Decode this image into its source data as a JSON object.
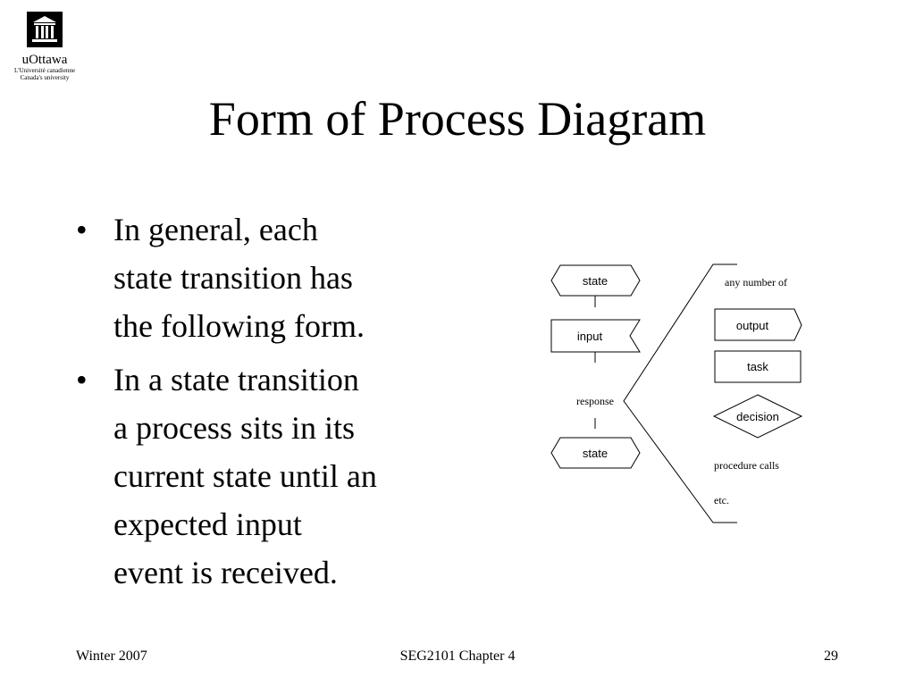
{
  "logo": {
    "name": "uOttawa",
    "subtitle_line1": "L'Université canadienne",
    "subtitle_line2": "Canada's university"
  },
  "slide": {
    "title": "Form of Process Diagram",
    "bullets": [
      {
        "lines": [
          "In general, each",
          "state transition has",
          "the following form."
        ]
      },
      {
        "lines": [
          "In a state transition",
          "a process sits in its",
          "current state until an",
          "expected input",
          "event is received."
        ]
      }
    ]
  },
  "diagram": {
    "state_top": "state",
    "input": "input",
    "response": "response",
    "state_bottom": "state",
    "any_number_of": "any number of",
    "output": "output",
    "task": "task",
    "decision": "decision",
    "procedure_calls": "procedure calls",
    "etc": "etc."
  },
  "footer": {
    "left": "Winter 2007",
    "center": "SEG2101 Chapter 4",
    "page": "29"
  }
}
